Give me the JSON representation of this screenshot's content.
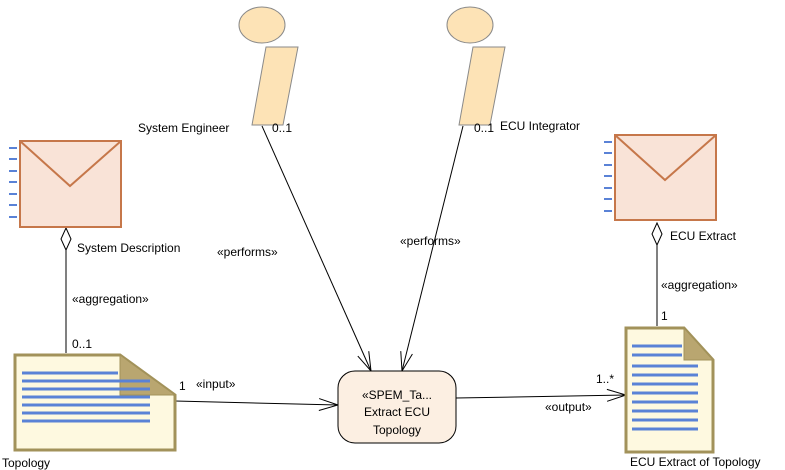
{
  "roles": {
    "system_engineer": {
      "label": "System Engineer",
      "multiplicity": "0..1",
      "relation": "«performs»"
    },
    "ecu_integrator": {
      "label": "ECU Integrator",
      "multiplicity": "0..1",
      "relation": "«performs»"
    }
  },
  "deliverables": {
    "system_description": {
      "label": "System Description",
      "relation": "«aggregation»",
      "multiplicity": "0..1"
    },
    "ecu_extract": {
      "label": "ECU Extract",
      "relation": "«aggregation»",
      "multiplicity": "1"
    }
  },
  "artifacts": {
    "topology": {
      "label": "Topology",
      "relation": "«input»",
      "multiplicity": "1"
    },
    "ecu_extract_of_topology": {
      "label": "ECU Extract of Topology",
      "relation": "«output»",
      "multiplicity": "1..*"
    }
  },
  "task": {
    "stereotype": "«SPEM_Ta...",
    "name_line1": "Extract ECU",
    "name_line2": "Topology"
  },
  "colors": {
    "role_fill": "#fde3b6",
    "role_stroke": "#8a8a8a",
    "envelope_fill": "#f9e3d7",
    "envelope_stroke": "#c6774a",
    "document_fill": "#fef9e0",
    "document_stroke": "#a2925a",
    "doc_lines": "#5a82d6",
    "task_fill": "#fcefe2"
  },
  "icons": {
    "role": "person-icon",
    "deliverable": "envelope-icon",
    "artifact": "document-icon",
    "task": "task-icon"
  }
}
